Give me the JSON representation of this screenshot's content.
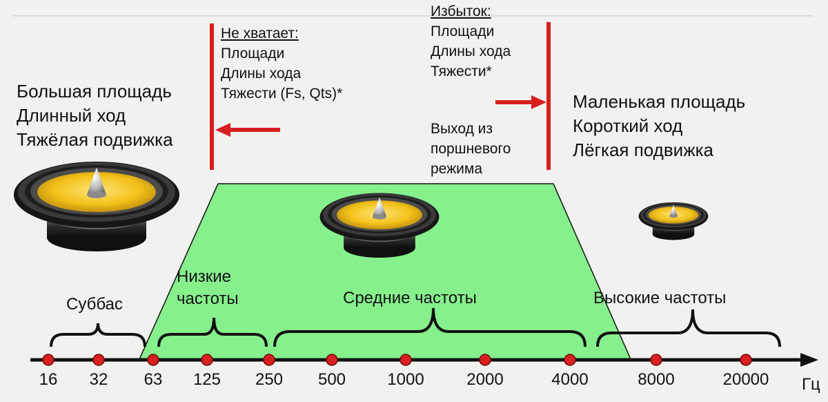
{
  "left_block": {
    "lines": [
      "Большая площадь",
      "Длинный ход",
      "Тяжёлая подвижка"
    ]
  },
  "right_block": {
    "lines": [
      "Маленькая площадь",
      "Короткий ход",
      "Лёгкая подвижка"
    ]
  },
  "lack_block": {
    "heading": "Не хватает:",
    "lines": [
      "Площади",
      "Длины хода",
      "Тяжести (Fs, Qts)*"
    ]
  },
  "excess_block": {
    "heading": "Избыток:",
    "lines": [
      "Площади",
      "Длины хода",
      "Тяжести*"
    ],
    "note_lines": [
      "Выход из",
      "поршневого",
      "режима"
    ]
  },
  "bands": [
    {
      "label": "Суббас"
    },
    {
      "label_lines": [
        "Низкие",
        "частоты"
      ]
    },
    {
      "label": "Средние частоты"
    },
    {
      "label": "Высокие частоты"
    }
  ],
  "axis": {
    "ticks": [
      "16",
      "32",
      "63",
      "125",
      "250",
      "500",
      "1000",
      "2000",
      "4000",
      "8000",
      "20000"
    ],
    "unit": "Гц"
  },
  "icons": {
    "speakers": [
      "large-speaker-icon",
      "medium-speaker-icon",
      "small-speaker-icon"
    ],
    "arrows": [
      "arrow-left-icon",
      "arrow-right-icon"
    ]
  },
  "colors": {
    "passband_fill": "#86f08c",
    "marker_red": "#d82020",
    "limit_line": "#d81e1e",
    "cone_yellow": "#f2c21a"
  }
}
